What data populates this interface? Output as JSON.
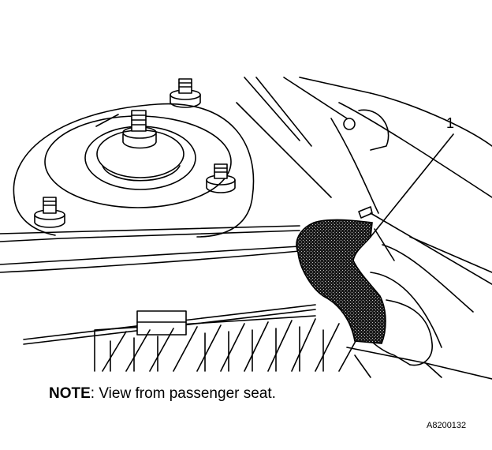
{
  "callout": {
    "number": "1"
  },
  "note": {
    "label": "NOTE",
    "text": ": View from passenger seat."
  },
  "figure_id": "A8200132"
}
